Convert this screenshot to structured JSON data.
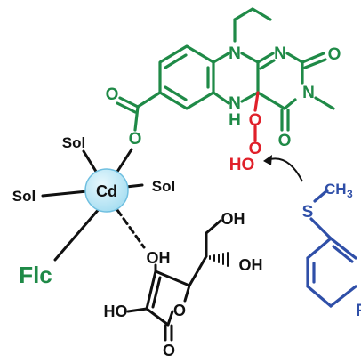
{
  "colors": {
    "flavin": "#1f8a47",
    "peroxide": "#e0202a",
    "substrate": "#2f4fa8",
    "ascorbate": "#111111",
    "cadmium_fill": "#a9dff2",
    "cadmium_edge": "#6fbfe0"
  },
  "labels": {
    "flavin": {
      "n_top": "N",
      "n_ring_right": "N",
      "o_top_right": "O",
      "n_methyl": "N",
      "o_bottom": "O",
      "n_h": "N",
      "h_under_nh": "H",
      "o_ester_carbonyl": "O",
      "o_ester_link": "O"
    },
    "peroxide": {
      "o_upper": "O",
      "o_lower": "O",
      "hydroxyl": "HO"
    },
    "complex": {
      "metal": "Cd",
      "solvent_1": "Sol",
      "solvent_2": "Sol",
      "solvent_3": "Sol",
      "ligand": "Flc"
    },
    "ascorbate": {
      "oh_top": "OH",
      "oh_side": "OH",
      "oh_coordinated": "OH",
      "ho_left": "HO",
      "o_ring": "O",
      "o_carbonyl": "O"
    },
    "substrate": {
      "s": "S",
      "methyl": "CH",
      "methyl_sub": "3",
      "para": "F"
    }
  }
}
